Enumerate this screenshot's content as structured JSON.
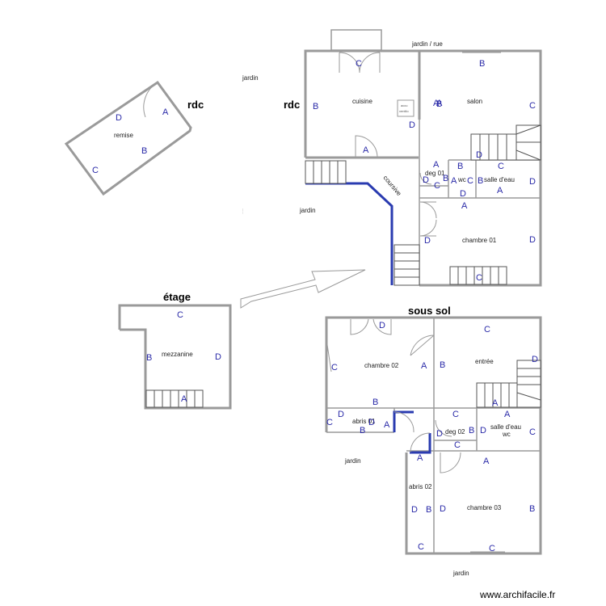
{
  "sections": {
    "rdc_left": "rdc",
    "rdc_right": "rdc",
    "etage": "étage",
    "sous_sol": "sous sol"
  },
  "outdoor": {
    "jardin_rue": "jardin / rue",
    "jardin_1": "jardin",
    "jardin_2": "jardin",
    "jardin_3": "jardin",
    "jardin_4": "jardin"
  },
  "rooms": {
    "remise": "remise",
    "cuisine": "cuisine",
    "salon": "salon",
    "coursive": "coursive",
    "deg01": "deg 01",
    "wc1": "wc",
    "salle_eau1": "salle d'eau",
    "chambre01": "chambre 01",
    "mezzanine": "mezzanine",
    "chambre02": "chambre 02",
    "entree": "entrée",
    "abris01": "abris 01",
    "deg02": "deg 02",
    "salle_eau2": "salle d'eau",
    "wc2": "wc",
    "abris02": "abris 02",
    "chambre03": "chambre 03"
  },
  "annotations": {
    "accu": "accu",
    "ventilo": "ventilo",
    "tiny": "......"
  },
  "wall_labels": {
    "remise": [
      "A",
      "D",
      "B",
      "C"
    ],
    "rdc": [
      "C",
      "B",
      "B",
      "A",
      "D",
      "A",
      "C",
      "D",
      "A",
      "D",
      "B",
      "C",
      "B",
      "C",
      "A",
      "A",
      "D",
      "C",
      "D",
      "B",
      "D",
      "A",
      "C",
      "D",
      "B",
      "A"
    ],
    "mezzanine": [
      "C",
      "B",
      "D",
      "A"
    ],
    "sous_sol": [
      "D",
      "C",
      "C",
      "A",
      "B",
      "D",
      "B",
      "A",
      "D",
      "C",
      "D",
      "A",
      "C",
      "B",
      "A",
      "D",
      "B",
      "D",
      "C",
      "C",
      "A",
      "A",
      "D",
      "B",
      "D",
      "B",
      "C",
      "C"
    ]
  },
  "footer": {
    "brand": "www.archifacile.fr"
  }
}
